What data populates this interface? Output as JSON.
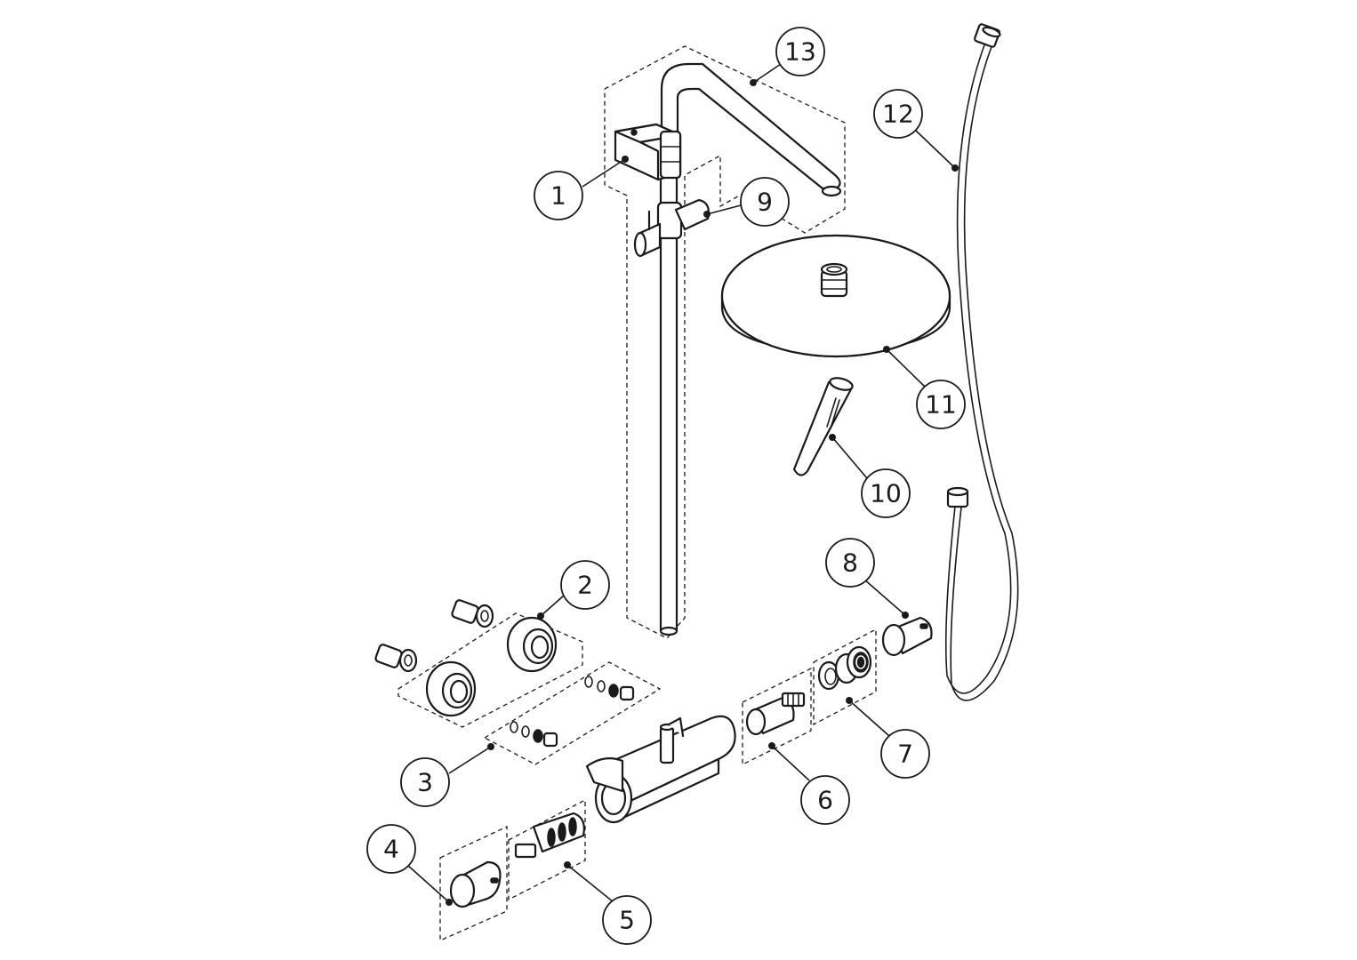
{
  "callouts": [
    {
      "id": "c1",
      "label": "1"
    },
    {
      "id": "c2",
      "label": "2"
    },
    {
      "id": "c3",
      "label": "3"
    },
    {
      "id": "c4",
      "label": "4"
    },
    {
      "id": "c5",
      "label": "5"
    },
    {
      "id": "c6",
      "label": "6"
    },
    {
      "id": "c7",
      "label": "7"
    },
    {
      "id": "c8",
      "label": "8"
    },
    {
      "id": "c9",
      "label": "9"
    },
    {
      "id": "c10",
      "label": "10"
    },
    {
      "id": "c11",
      "label": "11"
    },
    {
      "id": "c12",
      "label": "12"
    },
    {
      "id": "c13",
      "label": "13"
    }
  ],
  "colors": {
    "line": "#1a1a1a",
    "background": "#ffffff"
  }
}
